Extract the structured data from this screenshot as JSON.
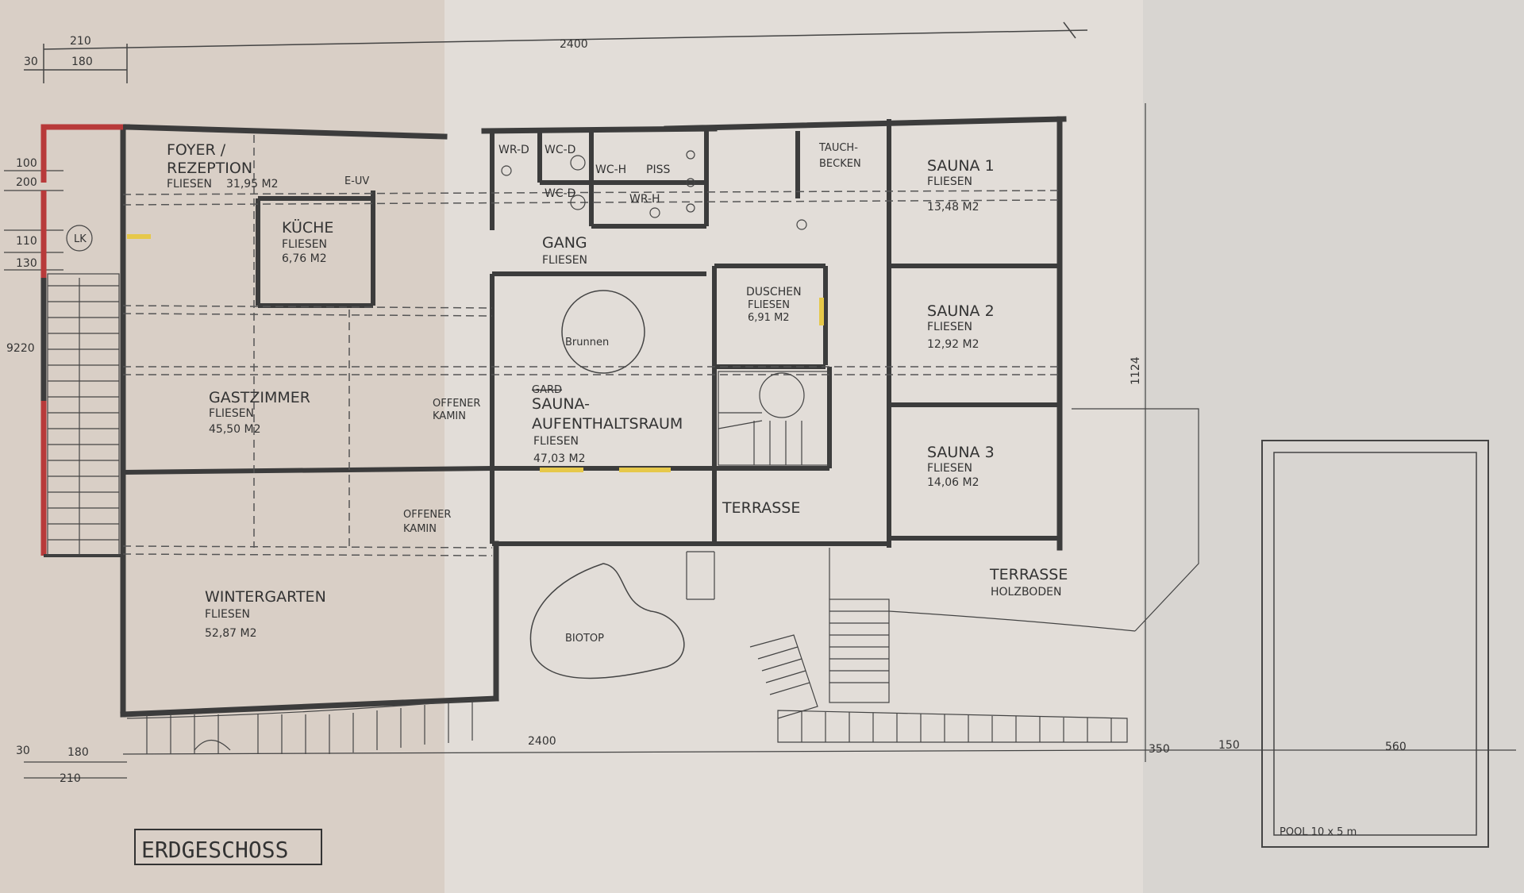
{
  "rooms": {
    "foyer": {
      "name1": "FOYER /",
      "name2": "REZEPTION",
      "floor": "FLIESEN",
      "area": "31,95 M2"
    },
    "kueche": {
      "name": "KÜCHE",
      "floor": "FLIESEN",
      "area": "6,76 M2"
    },
    "gastzimmer": {
      "name": "GASTZIMMER",
      "floor": "FLIESEN",
      "area": "45,50 M2"
    },
    "wintergarten": {
      "name": "WINTERGARTEN",
      "floor": "FLIESEN",
      "area": "52,87 M2"
    },
    "gang": {
      "name": "GANG",
      "floor": "FLIESEN"
    },
    "aufenthalt": {
      "struck": "GARD",
      "name1": "SAUNA-",
      "name2": "AUFENTHALTSRAUM",
      "floor": "FLIESEN",
      "area": "47,03 M2"
    },
    "duschen": {
      "name": "DUSCHEN",
      "floor": "FLIESEN",
      "area": "6,91 M2"
    },
    "sauna1": {
      "name": "SAUNA 1",
      "floor": "FLIESEN",
      "area": "13,48 M2"
    },
    "sauna2": {
      "name": "SAUNA 2",
      "floor": "FLIESEN",
      "area": "12,92 M2"
    },
    "sauna3": {
      "name": "SAUNA 3",
      "floor": "FLIESEN",
      "area": "14,06 M2"
    },
    "terrasse_inner": {
      "name": "TERRASSE"
    },
    "terrasse_outer": {
      "name": "TERRASSE",
      "floor": "HOLZBODEN"
    },
    "pool": {
      "label": "POOL  10 x 5 m"
    }
  },
  "labels": {
    "wc_d": "WR-D",
    "wc_d2": "WC-D",
    "wc_d3": "WC-D",
    "wc_h": "WC-H",
    "piss": "PISS",
    "wr_h": "WR-H",
    "tauch1": "TAUCH-",
    "tauch2": "BECKEN",
    "euv": "E-UV",
    "lk": "LK",
    "brunnen": "Brunnen",
    "biotop": "BIOTOP",
    "kamin1_a": "OFFENER",
    "kamin1_b": "KAMIN",
    "kamin2_a": "OFFENER",
    "kamin2_b": "KAMIN",
    "plan_title": "ERDGESCHOSS"
  },
  "dimensions": {
    "top_total": "2400",
    "top_210": "210",
    "top_30": "30",
    "top_180": "180",
    "left_100": "100",
    "left_200": "200",
    "left_110": "110",
    "left_130": "130",
    "left_9220": "9220",
    "right_1124": "1124",
    "bottom_total": "2400",
    "bottom_30": "30",
    "bottom_180": "180",
    "bottom_210": "210",
    "bottom_350": "350",
    "bottom_150": "150",
    "bottom_560": "560"
  },
  "colors": {
    "wall": "#3c3c3c",
    "highlight_red": "#b83a3a",
    "highlight_yellow": "#e6c84a"
  }
}
